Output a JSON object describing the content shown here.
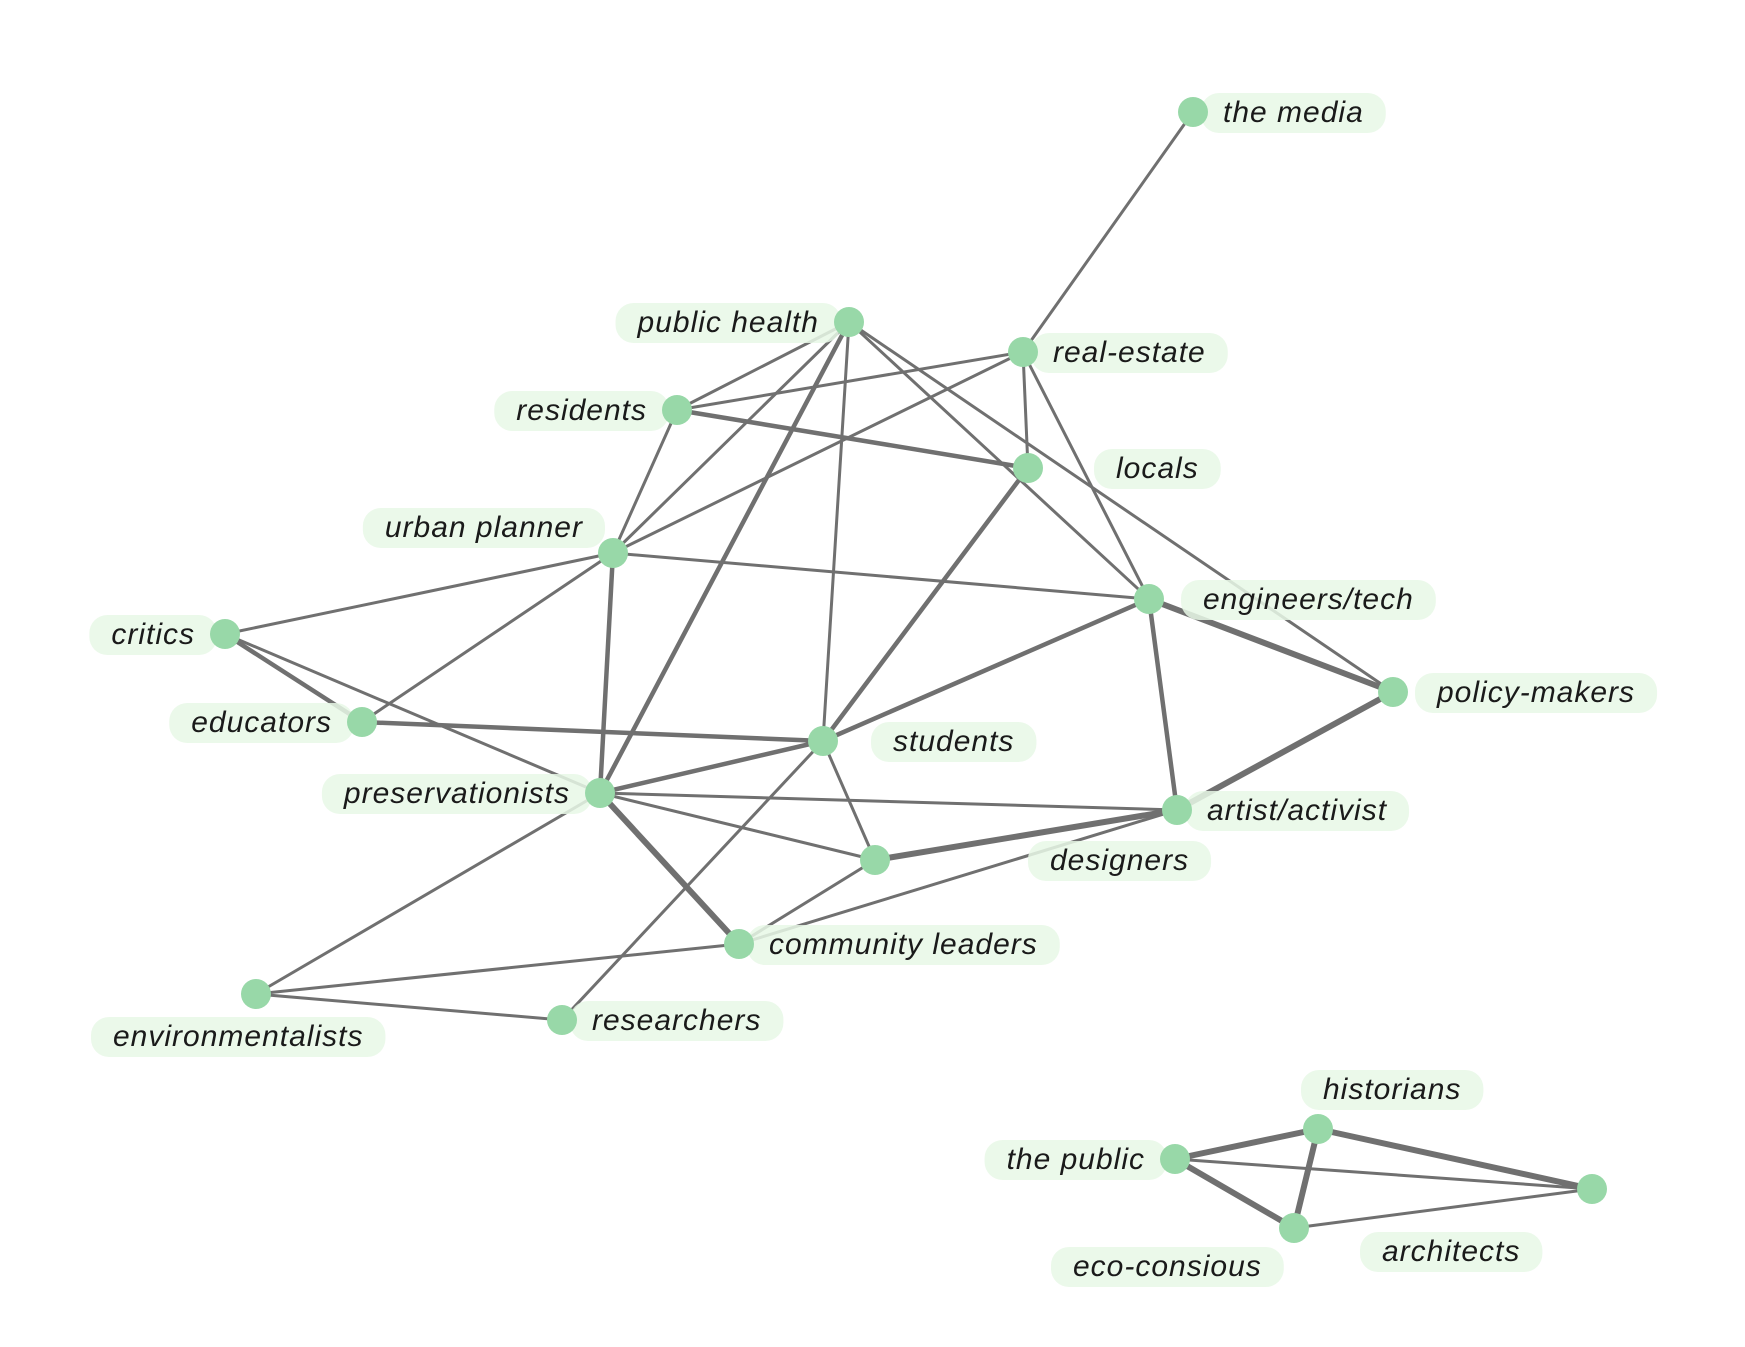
{
  "graph": {
    "colors": {
      "node": "#98d8a8",
      "edge": "#707070",
      "label_background": "#e8f8e6",
      "label_text": "#1a1a1a"
    },
    "nodes": [
      {
        "id": "the-media",
        "label": "the media"
      },
      {
        "id": "public-health",
        "label": "public health"
      },
      {
        "id": "real-estate",
        "label": "real-estate"
      },
      {
        "id": "residents",
        "label": "residents"
      },
      {
        "id": "locals",
        "label": "locals"
      },
      {
        "id": "urban-planner",
        "label": "urban planner"
      },
      {
        "id": "engineers-tech",
        "label": "engineers/tech"
      },
      {
        "id": "critics",
        "label": "critics"
      },
      {
        "id": "policy-makers",
        "label": "policy-makers"
      },
      {
        "id": "educators",
        "label": "educators"
      },
      {
        "id": "students",
        "label": "students"
      },
      {
        "id": "preservationists",
        "label": "preservationists"
      },
      {
        "id": "artist-activist",
        "label": "artist/activist"
      },
      {
        "id": "designers",
        "label": "designers"
      },
      {
        "id": "community-leaders",
        "label": "community leaders"
      },
      {
        "id": "environmentalists",
        "label": "environmentalists"
      },
      {
        "id": "researchers",
        "label": "researchers"
      },
      {
        "id": "historians",
        "label": "historians"
      },
      {
        "id": "the-public",
        "label": "the public"
      },
      {
        "id": "architects",
        "label": "architects"
      },
      {
        "id": "eco-consious",
        "label": "eco-consious"
      }
    ],
    "edges": [
      {
        "source": "the-media",
        "target": "real-estate",
        "weight": 1
      },
      {
        "source": "public-health",
        "target": "residents",
        "weight": 1
      },
      {
        "source": "public-health",
        "target": "urban-planner",
        "weight": 1
      },
      {
        "source": "public-health",
        "target": "preservationists",
        "weight": 2
      },
      {
        "source": "public-health",
        "target": "students",
        "weight": 1
      },
      {
        "source": "public-health",
        "target": "engineers-tech",
        "weight": 1
      },
      {
        "source": "public-health",
        "target": "policy-makers",
        "weight": 1
      },
      {
        "source": "real-estate",
        "target": "residents",
        "weight": 1
      },
      {
        "source": "real-estate",
        "target": "locals",
        "weight": 1
      },
      {
        "source": "real-estate",
        "target": "engineers-tech",
        "weight": 1
      },
      {
        "source": "real-estate",
        "target": "urban-planner",
        "weight": 1
      },
      {
        "source": "residents",
        "target": "locals",
        "weight": 2
      },
      {
        "source": "residents",
        "target": "urban-planner",
        "weight": 1
      },
      {
        "source": "locals",
        "target": "students",
        "weight": 2
      },
      {
        "source": "urban-planner",
        "target": "critics",
        "weight": 1
      },
      {
        "source": "urban-planner",
        "target": "educators",
        "weight": 1
      },
      {
        "source": "urban-planner",
        "target": "preservationists",
        "weight": 2
      },
      {
        "source": "urban-planner",
        "target": "engineers-tech",
        "weight": 1
      },
      {
        "source": "engineers-tech",
        "target": "policy-makers",
        "weight": 3
      },
      {
        "source": "engineers-tech",
        "target": "artist-activist",
        "weight": 2
      },
      {
        "source": "engineers-tech",
        "target": "students",
        "weight": 2
      },
      {
        "source": "critics",
        "target": "educators",
        "weight": 2
      },
      {
        "source": "critics",
        "target": "preservationists",
        "weight": 1
      },
      {
        "source": "educators",
        "target": "students",
        "weight": 2
      },
      {
        "source": "students",
        "target": "preservationists",
        "weight": 2
      },
      {
        "source": "students",
        "target": "designers",
        "weight": 1
      },
      {
        "source": "students",
        "target": "researchers",
        "weight": 1
      },
      {
        "source": "preservationists",
        "target": "artist-activist",
        "weight": 1
      },
      {
        "source": "preservationists",
        "target": "designers",
        "weight": 1
      },
      {
        "source": "preservationists",
        "target": "community-leaders",
        "weight": 3
      },
      {
        "source": "preservationists",
        "target": "environmentalists",
        "weight": 1
      },
      {
        "source": "artist-activist",
        "target": "policy-makers",
        "weight": 3
      },
      {
        "source": "artist-activist",
        "target": "designers",
        "weight": 3
      },
      {
        "source": "artist-activist",
        "target": "community-leaders",
        "weight": 1
      },
      {
        "source": "designers",
        "target": "community-leaders",
        "weight": 1
      },
      {
        "source": "community-leaders",
        "target": "environmentalists",
        "weight": 1
      },
      {
        "source": "environmentalists",
        "target": "researchers",
        "weight": 1
      },
      {
        "source": "the-public",
        "target": "historians",
        "weight": 3
      },
      {
        "source": "the-public",
        "target": "eco-consious",
        "weight": 3
      },
      {
        "source": "the-public",
        "target": "architects",
        "weight": 1
      },
      {
        "source": "historians",
        "target": "eco-consious",
        "weight": 3
      },
      {
        "source": "historians",
        "target": "architects",
        "weight": 3
      },
      {
        "source": "eco-consious",
        "target": "architects",
        "weight": 1
      }
    ]
  }
}
